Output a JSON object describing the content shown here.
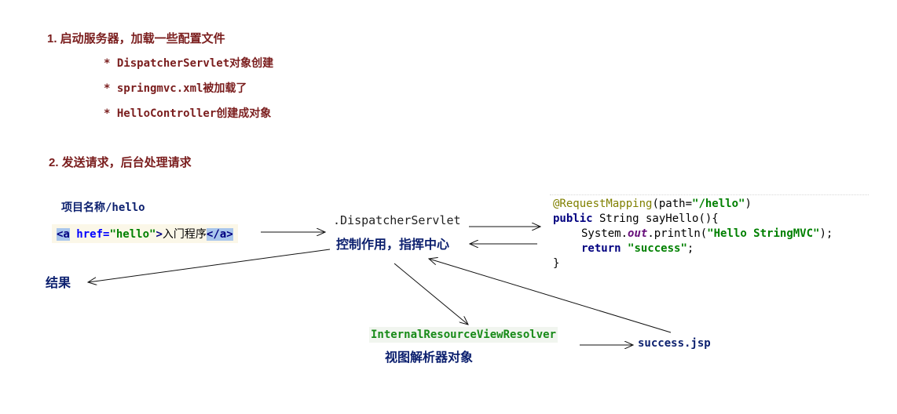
{
  "steps": [
    {
      "label": "1. 启动服务器，加载一些配置文件",
      "bullets": [
        "* DispatcherServlet对象创建",
        "* springmvc.xml被加载了",
        "* HelloController创建成对象"
      ]
    },
    {
      "label": "2. 发送请求，后台处理请求"
    }
  ],
  "diagram": {
    "project_label": "项目名称/hello",
    "link_html": {
      "open_tag_start": "<a",
      "attr_name": "href=",
      "attr_value": "\"hello\"",
      "close_bracket": ">",
      "text": "入门程序",
      "close_tag": "</a>"
    },
    "dispatcher_label": ".DispatcherServlet",
    "dispatcher_role": "控制作用，指挥中心",
    "result_label": "结果",
    "resolver_label": "InternalResourceViewResolver",
    "resolver_role": "视图解析器对象",
    "jsp_label": "success.jsp",
    "controller_code": {
      "annotation": "@RequestMapping",
      "annotation_args_open": "(path=",
      "annotation_value": "\"/hello\"",
      "annotation_args_close": ")",
      "kw_public": "public",
      "signature_rest": " String sayHello(){",
      "println_prefix": "System.",
      "println_field": "out",
      "println_mid": ".println(",
      "println_value": "\"Hello StringMVC\"",
      "println_end": ");",
      "kw_return": "return",
      "return_value": "\"success\"",
      "return_end": ";",
      "closing_brace": "}"
    }
  },
  "colors": {
    "step_text": "#7a1d1d",
    "diagram_text": "#0b1f6e",
    "code_keyword": "#000080",
    "code_string": "#008000",
    "code_annotation": "#808000",
    "link_tag_highlight": "#a9c6ec",
    "code_background": "#ffffff"
  }
}
